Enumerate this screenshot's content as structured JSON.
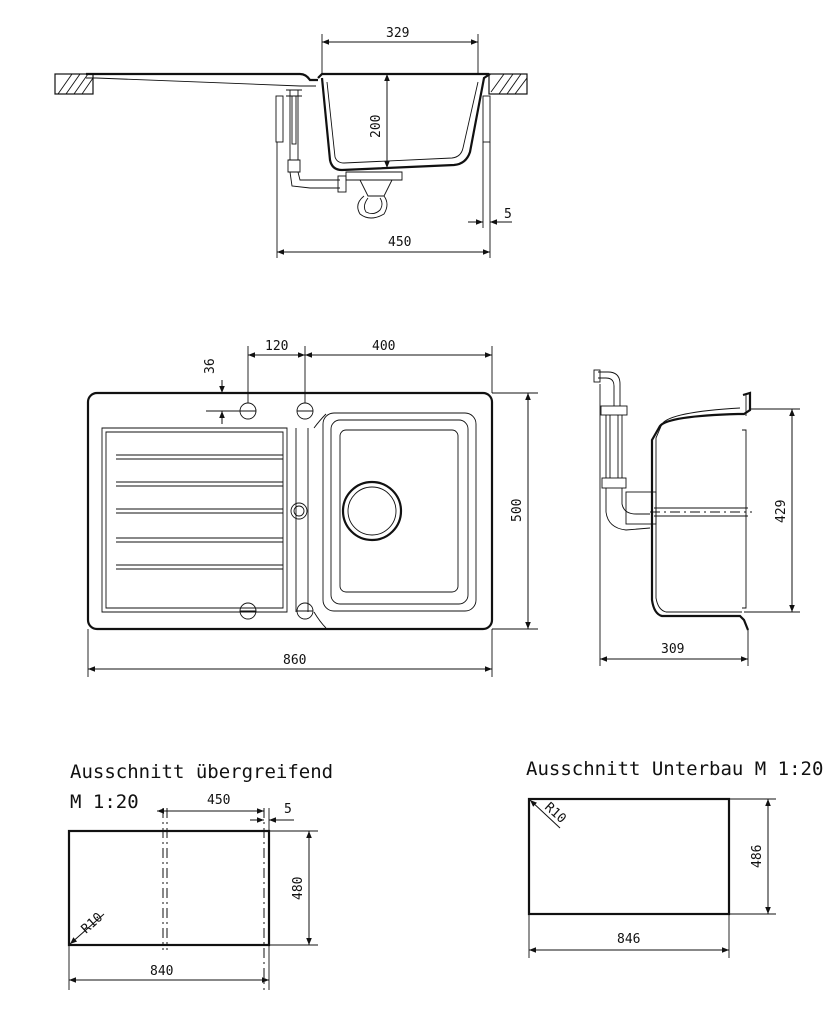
{
  "top_section": {
    "dim_bowl_width": "329",
    "dim_bowl_depth": "200",
    "dim_gap": "5",
    "dim_cabinet_width": "450"
  },
  "plan_view": {
    "dim_tap_hole_offset": "36",
    "dim_tap_spacing": "120",
    "dim_bowl_length": "400",
    "dim_depth": "500",
    "dim_total_width": "860"
  },
  "side_view": {
    "dim_height": "429",
    "dim_depth": "309"
  },
  "cutout_overmount": {
    "title": "Ausschnitt übergreifend",
    "scale": "M 1:20",
    "dim_450": "450",
    "dim_5": "5",
    "dim_480": "480",
    "dim_840": "840",
    "radius": "R10"
  },
  "cutout_undermount": {
    "title": "Ausschnitt Unterbau M 1:20",
    "dim_486": "486",
    "dim_846": "846",
    "radius": "R10"
  }
}
